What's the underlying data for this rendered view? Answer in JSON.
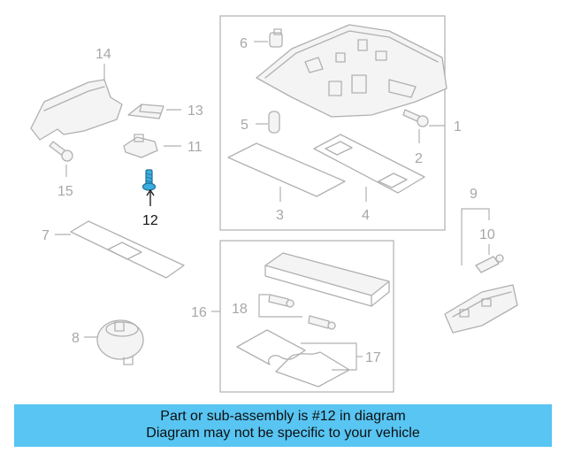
{
  "diagram": {
    "callouts": {
      "c1": "1",
      "c2": "2",
      "c3": "3",
      "c4": "4",
      "c5": "5",
      "c6": "6",
      "c7": "7",
      "c8": "8",
      "c9": "9",
      "c10": "10",
      "c11": "11",
      "c12": "12",
      "c13": "13",
      "c14": "14",
      "c15": "15",
      "c16": "16",
      "c17": "17",
      "c18": "18"
    },
    "highlighted_part": "12",
    "colors": {
      "highlight": "#3aaee0",
      "line_art": "#b0b0b0",
      "banner": "#58c5f3"
    }
  },
  "banner": {
    "line1": "Part or sub-assembly is #12 in diagram",
    "line2": "Diagram may not be specific to your vehicle"
  }
}
